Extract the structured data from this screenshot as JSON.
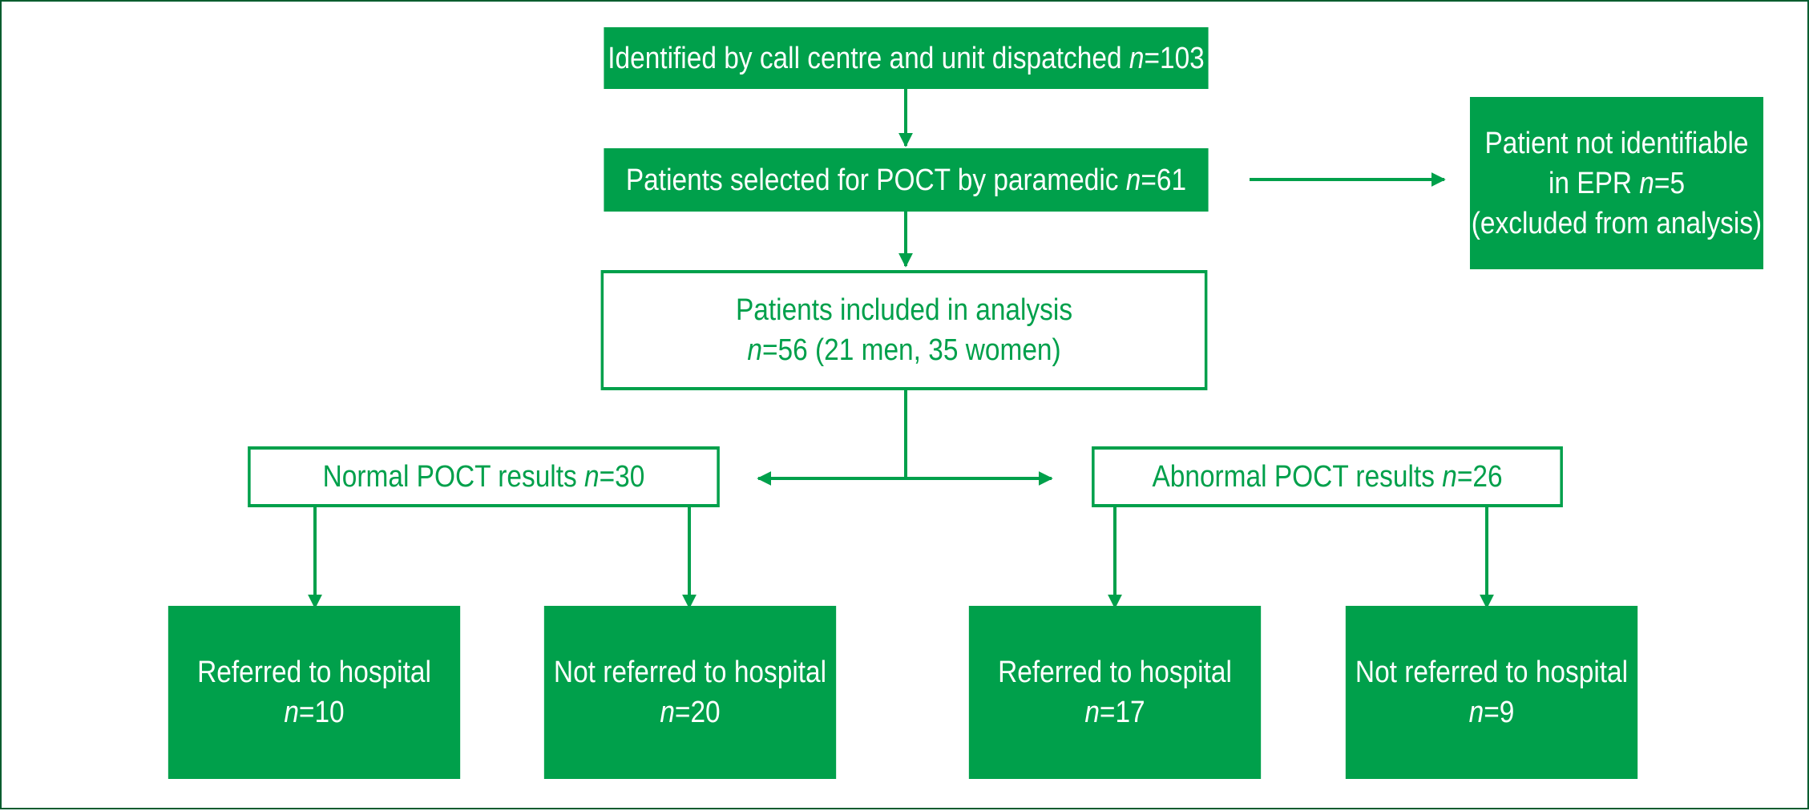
{
  "colors": {
    "green": "#00a04b",
    "frame": "#005c2e",
    "white": "#ffffff"
  },
  "boxes": {
    "identified": {
      "pre": "Identified by call centre and unit dispatched ",
      "n_label": "n",
      "n_value": "=103"
    },
    "selected": {
      "pre": "Patients selected for POCT by paramedic ",
      "n_label": "n",
      "n_value": "=61"
    },
    "excluded": {
      "line1": "Patient not identifiable",
      "line2_pre": "in EPR ",
      "n_label": "n",
      "n_value": "=5",
      "line3": "(excluded from analysis)"
    },
    "included": {
      "line1": "Patients included in analysis",
      "n_label": "n",
      "n_value": "=56 (21 men, 35 women)"
    },
    "normal": {
      "pre": "Normal POCT results ",
      "n_label": "n",
      "n_value": "=30"
    },
    "abnormal": {
      "pre": "Abnormal POCT results ",
      "n_label": "n",
      "n_value": "=26"
    },
    "normal_referred": {
      "line1": "Referred to hospital",
      "n_label": "n",
      "n_value": "=10"
    },
    "normal_not_referred": {
      "line1": "Not referred to hospital",
      "n_label": "n",
      "n_value": "=20"
    },
    "abnormal_referred": {
      "line1": "Referred to hospital",
      "n_label": "n",
      "n_value": "=17"
    },
    "abnormal_not_referred": {
      "line1": "Not referred to hospital",
      "n_label": "n",
      "n_value": "=9"
    }
  }
}
